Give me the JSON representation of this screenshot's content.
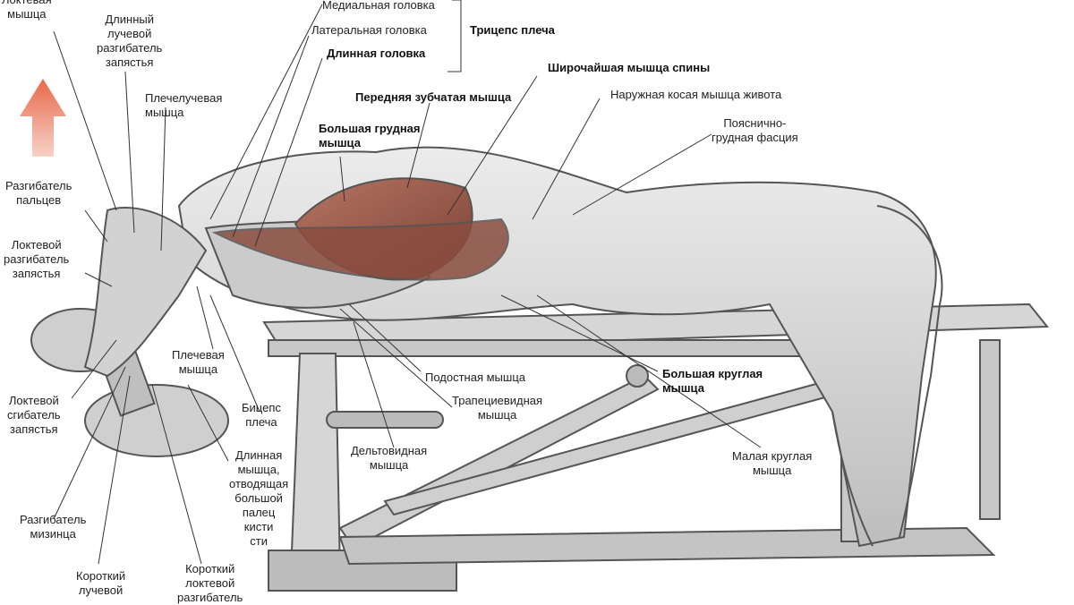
{
  "labels": {
    "ulnar_top": "Локтевая\nмышца",
    "ext_carpi_rad_long": "Длинный\nлучевой\nразгибатель\nзапястья",
    "brachioradialis": "Плечелучевая\nмышца",
    "triceps_medial": "Медиальная головка",
    "triceps_lateral": "Латеральная головка",
    "triceps_long": "Длинная головка",
    "triceps_title": "Трицепс плеча",
    "latissimus": "Широчайшая мышца спины",
    "serratus": "Передняя зубчатая мышца",
    "ext_oblique": "Наружная косая мышца живота",
    "pectoralis_major": "Большая грудная\nмышца",
    "thoracolumbar": "Пояснично-\nгрудная фасция",
    "ext_digitorum": "Разгибатель\nпальцев",
    "ext_carpi_uln": "Локтевой\nразгибатель\nзапястья",
    "brachialis": "Плечевая\nмышца",
    "infraspinatus": "Подостная мышца",
    "teres_major": "Большая круглая\nмышца",
    "trapezius": "Трапециевидная\nмышца",
    "flex_carpi_uln": "Локтевой\nсгибатель\nзапястья",
    "biceps": "Бицепс\nплеча",
    "deltoid": "Дельтовидная\nмышца",
    "teres_minor": "Малая круглая\nмышца",
    "abd_poll_long": "Длинная\nмышца,\nотводящая\nбольшой\nпалец\nкисти\nсти",
    "ext_dig_min": "Разгибатель\nмизинца",
    "ext_carpi_rad_brev": "Короткий\nлучевой",
    "ext_carpi_uln_brev": "Короткий\nлоктевой\nразгибатель"
  },
  "colors": {
    "muscle": "#9b5a4a",
    "muscle_dark": "#6e3a2e",
    "body": "#d9d9d9",
    "outline": "#555555",
    "arrow": "#e8684a"
  }
}
